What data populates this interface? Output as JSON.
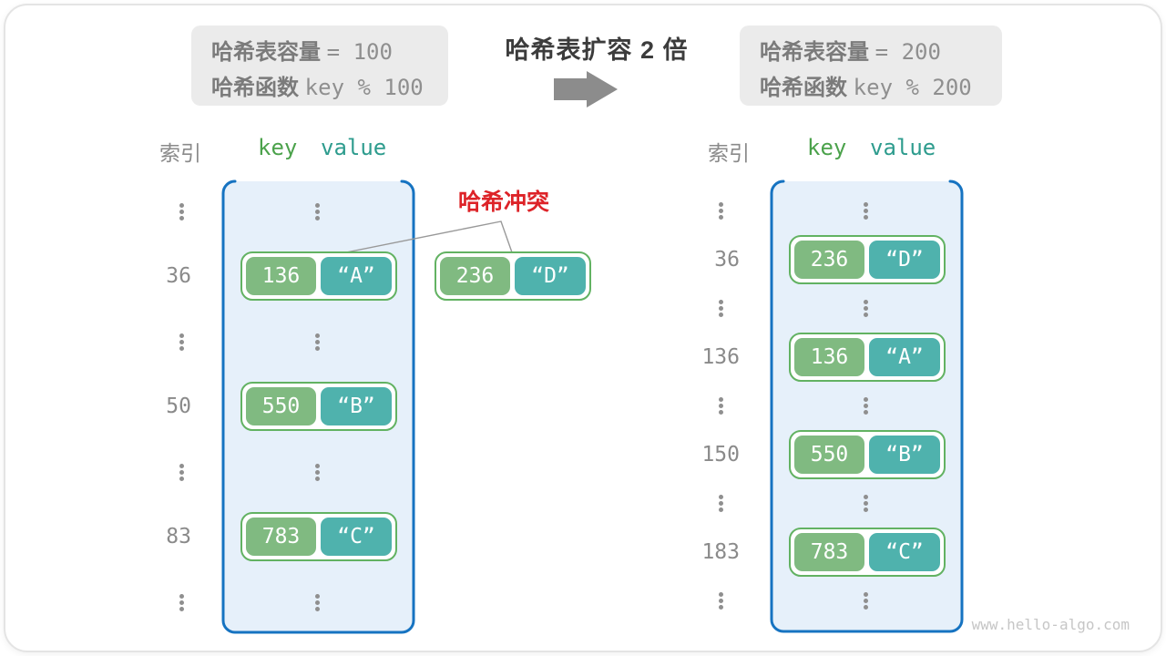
{
  "title": "哈希表扩容 2 倍",
  "watermark": "www.hello-algo.com",
  "info_boxes": {
    "before": {
      "capacity_label": "哈希表容量",
      "capacity_value": "= 100",
      "hash_label": "哈希函数",
      "hash_value": "key % 100"
    },
    "after": {
      "capacity_label": "哈希表容量",
      "capacity_value": "= 200",
      "hash_label": "哈希函数",
      "hash_value": "key % 200"
    }
  },
  "collision": {
    "label": "哈希冲突",
    "key": "236",
    "value": "“D”"
  },
  "tables": {
    "left": {
      "headers": {
        "index": "索引",
        "key": "key",
        "value": "value"
      },
      "rows": [
        {
          "type": "dots"
        },
        {
          "type": "pair",
          "index": "36",
          "key": "136",
          "value": "“A”"
        },
        {
          "type": "dots"
        },
        {
          "type": "pair",
          "index": "50",
          "key": "550",
          "value": "“B”"
        },
        {
          "type": "dots"
        },
        {
          "type": "pair",
          "index": "83",
          "key": "783",
          "value": "“C”"
        },
        {
          "type": "dots"
        }
      ]
    },
    "right": {
      "headers": {
        "index": "索引",
        "key": "key",
        "value": "value"
      },
      "rows": [
        {
          "type": "dots"
        },
        {
          "type": "pair",
          "index": "36",
          "key": "236",
          "value": "“D”"
        },
        {
          "type": "dots"
        },
        {
          "type": "pair",
          "index": "136",
          "key": "136",
          "value": "“A”"
        },
        {
          "type": "dots"
        },
        {
          "type": "pair",
          "index": "150",
          "key": "550",
          "value": "“B”"
        },
        {
          "type": "dots"
        },
        {
          "type": "pair",
          "index": "183",
          "key": "783",
          "value": "“C”"
        },
        {
          "type": "dots"
        }
      ]
    }
  },
  "colors": {
    "key_fill": "#80BA81",
    "value_fill": "#4FB2AD",
    "pair_border": "#62B262",
    "container_fill": "#E6F0FA",
    "container_border": "#1673C1",
    "index_text": "#8A8A8A",
    "key_header": "#4BA24B",
    "value_header": "#2E9C8E",
    "collision_red": "#DD2328",
    "info_box_bg": "#EBEBEB",
    "info_label": "#7B7B7B",
    "info_code": "#8F8F8F",
    "title_text": "#3C3C3C",
    "arrow_gray": "#8C8C8C",
    "dots_gray": "#8F8F8F",
    "watermark": "#C6C6C6",
    "connector": "#999999",
    "card_border": "#E4E4E4"
  }
}
